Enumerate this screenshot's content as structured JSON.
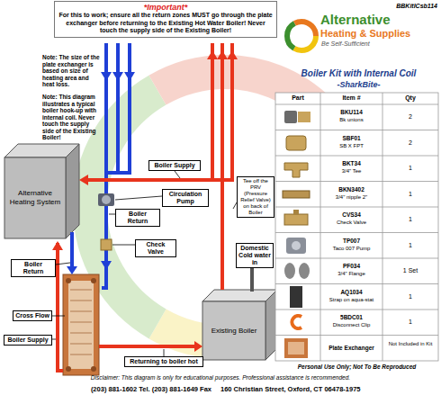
{
  "diagram": {
    "title": "Boiler Kit with Internal Coil",
    "nodes": [
      {
        "text": [
          "*Important*",
          "For this to work; ensure all the return zones MUST go through the plate exchanger before returning to the Existing Hot Water Boiler! Never touch the supply side of the Existing Boiler!"
        ]
      },
      {
        "text": [
          "Boiler Supply"
        ]
      },
      {
        "text": [
          "Circulation Pump"
        ]
      },
      {
        "text": [
          "Tee off the PRV (Pressure Relief Valve) on back of Boiler"
        ]
      },
      {
        "text": [
          "Alternative Heating System"
        ]
      },
      {
        "text": [
          "Boiler Return"
        ]
      },
      {
        "text": [
          "Check Valve"
        ]
      },
      {
        "text": [
          "Domestic Cold water in"
        ]
      },
      {
        "text": [
          "Boiler Return"
        ]
      },
      {
        "text": [
          "Cross Flow"
        ]
      },
      {
        "text": [
          "Existing Boiler"
        ]
      },
      {
        "text": [
          "Boiler Supply"
        ]
      },
      {
        "text": [
          "Returning to boiler hot"
        ]
      }
    ],
    "labels": [
      "Note: The size of the plate exchanger is based on size of heating area and heat loss.",
      "Note: This diagram illustrates a typical boiler hook-up with internal coil. Never touch the supply side of the Existing Boiler!",
      "BBKitICsb114",
      "Alternative",
      "Heating & Supplies",
      "Be Self-Sufficient",
      "-SharkBite-",
      "Part",
      "Item #",
      "Qty",
      "BKU114",
      "Bk unions",
      "2",
      "SBF01",
      "SB X FPT",
      "2",
      "BKT34",
      "3/4\" Tee",
      "1",
      "BKN3402",
      "3/4\" nipple 2\"",
      "1",
      "CVS34",
      "Check Valve",
      "1",
      "TP007",
      "Taco 007 Pump",
      "1",
      "PF034",
      "3/4\" Flange",
      "1 Set",
      "AQ1034",
      "Strap on aqua-stat",
      "1",
      "5BDC01",
      "Disconnect Clip",
      "1",
      "Plate Exchanger",
      "Not Included in Kit",
      "Personal Use Only; Not To Be Reproduced",
      "Disclaimer: This diagram is only for educational purposes. Professional assistance is recommended.",
      "(203) 881-1602 Tel. (203) 881-1649 Fax",
      "160 Christian Street, Oxford, CT 06478-1975"
    ]
  }
}
